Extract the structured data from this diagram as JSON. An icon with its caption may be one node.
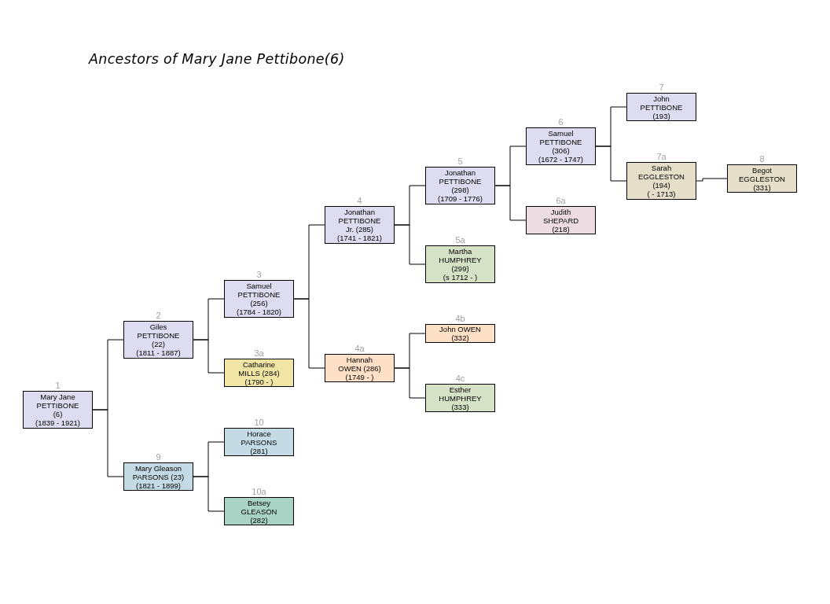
{
  "diagram": {
    "title": "Ancestors of Mary Jane Pettibone(6)",
    "nodes": [
      {
        "text": [
          "1",
          "Mary Jane PETTIBONE (6)",
          "(1839 - 1921)"
        ]
      },
      {
        "text": [
          "2",
          "Giles PETTIBONE (22)",
          "(1811 - 1887)"
        ]
      },
      {
        "text": [
          "9",
          "Mary Gleason PARSONS (23)",
          "(1821 - 1899)"
        ]
      },
      {
        "text": [
          "3",
          "Samuel PETTIBONE (256)",
          "(1784 - 1820)"
        ]
      },
      {
        "text": [
          "3a",
          "Catharine MILLS (284)",
          "(1790 - )"
        ]
      },
      {
        "text": [
          "10",
          "Horace PARSONS (281)"
        ]
      },
      {
        "text": [
          "10a",
          "Betsey GLEASON (282)"
        ]
      },
      {
        "text": [
          "4",
          "Jonathan PETTIBONE Jr. (285)",
          "(1741 - 1821)"
        ]
      },
      {
        "text": [
          "4a",
          "Hannah OWEN (286)",
          "(1749 - )"
        ]
      },
      {
        "text": [
          "5",
          "Jonathan PETTIBONE (298)",
          "(1709 - 1776)"
        ]
      },
      {
        "text": [
          "5a",
          "Martha HUMPHREY (299)",
          "(s 1712 - )"
        ]
      },
      {
        "text": [
          "4b",
          "John OWEN (332)"
        ]
      },
      {
        "text": [
          "4c",
          "Esther HUMPHREY (333)"
        ]
      },
      {
        "text": [
          "6",
          "Samuel PETTIBONE (306)",
          "(1672 - 1747)"
        ]
      },
      {
        "text": [
          "6a",
          "Judith SHEPARD (218)"
        ]
      },
      {
        "text": [
          "7",
          "John PETTIBONE (193)"
        ]
      },
      {
        "text": [
          "7a",
          "Sarah EGGLESTON (194)",
          "( - 1713)"
        ]
      },
      {
        "text": [
          "8",
          "Begot EGGLESTON (331)"
        ]
      }
    ],
    "edges": [
      {
        "from": 0,
        "to": 1,
        "arrow": "none"
      },
      {
        "from": 0,
        "to": 2,
        "arrow": "none"
      },
      {
        "from": 1,
        "to": 3,
        "arrow": "none"
      },
      {
        "from": 1,
        "to": 4,
        "arrow": "none"
      },
      {
        "from": 2,
        "to": 5,
        "arrow": "none"
      },
      {
        "from": 2,
        "to": 6,
        "arrow": "none"
      },
      {
        "from": 3,
        "to": 7,
        "arrow": "none"
      },
      {
        "from": 3,
        "to": 8,
        "arrow": "none"
      },
      {
        "from": 7,
        "to": 9,
        "arrow": "none"
      },
      {
        "from": 7,
        "to": 10,
        "arrow": "none"
      },
      {
        "from": 8,
        "to": 11,
        "arrow": "none"
      },
      {
        "from": 8,
        "to": 12,
        "arrow": "none"
      },
      {
        "from": 9,
        "to": 13,
        "arrow": "none"
      },
      {
        "from": 9,
        "to": 14,
        "arrow": "none"
      },
      {
        "from": 13,
        "to": 15,
        "arrow": "none"
      },
      {
        "from": 13,
        "to": 16,
        "arrow": "none"
      },
      {
        "from": 16,
        "to": 17,
        "arrow": "none"
      }
    ]
  }
}
